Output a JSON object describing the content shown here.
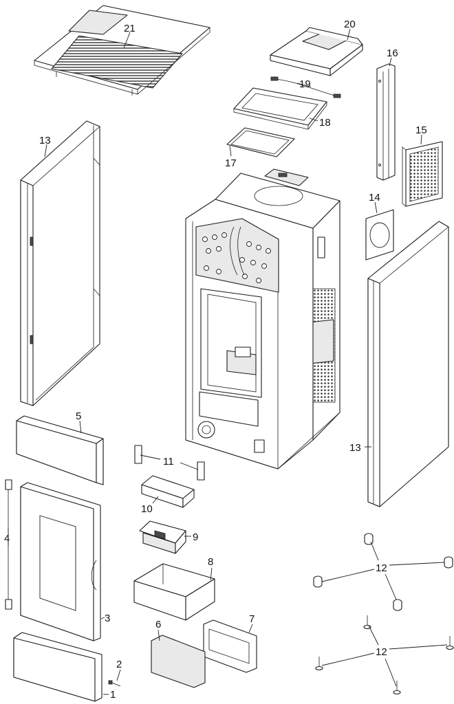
{
  "diagram": {
    "type": "exploded-parts",
    "callouts": [
      {
        "id": "c21",
        "label": "21"
      },
      {
        "id": "c20",
        "label": "20"
      },
      {
        "id": "c19",
        "label": "19"
      },
      {
        "id": "c18",
        "label": "18"
      },
      {
        "id": "c17",
        "label": "17"
      },
      {
        "id": "c16",
        "label": "16"
      },
      {
        "id": "c15",
        "label": "15"
      },
      {
        "id": "c14",
        "label": "14"
      },
      {
        "id": "c13a",
        "label": "13"
      },
      {
        "id": "c13b",
        "label": "13"
      },
      {
        "id": "c12a",
        "label": "12"
      },
      {
        "id": "c12b",
        "label": "12"
      },
      {
        "id": "c11",
        "label": "11"
      },
      {
        "id": "c10",
        "label": "10"
      },
      {
        "id": "c9",
        "label": "9"
      },
      {
        "id": "c8",
        "label": "8"
      },
      {
        "id": "c7",
        "label": "7"
      },
      {
        "id": "c6",
        "label": "6"
      },
      {
        "id": "c5",
        "label": "5"
      },
      {
        "id": "c4",
        "label": "4"
      },
      {
        "id": "c3",
        "label": "3"
      },
      {
        "id": "c2",
        "label": "2"
      },
      {
        "id": "c1",
        "label": "1"
      }
    ]
  }
}
